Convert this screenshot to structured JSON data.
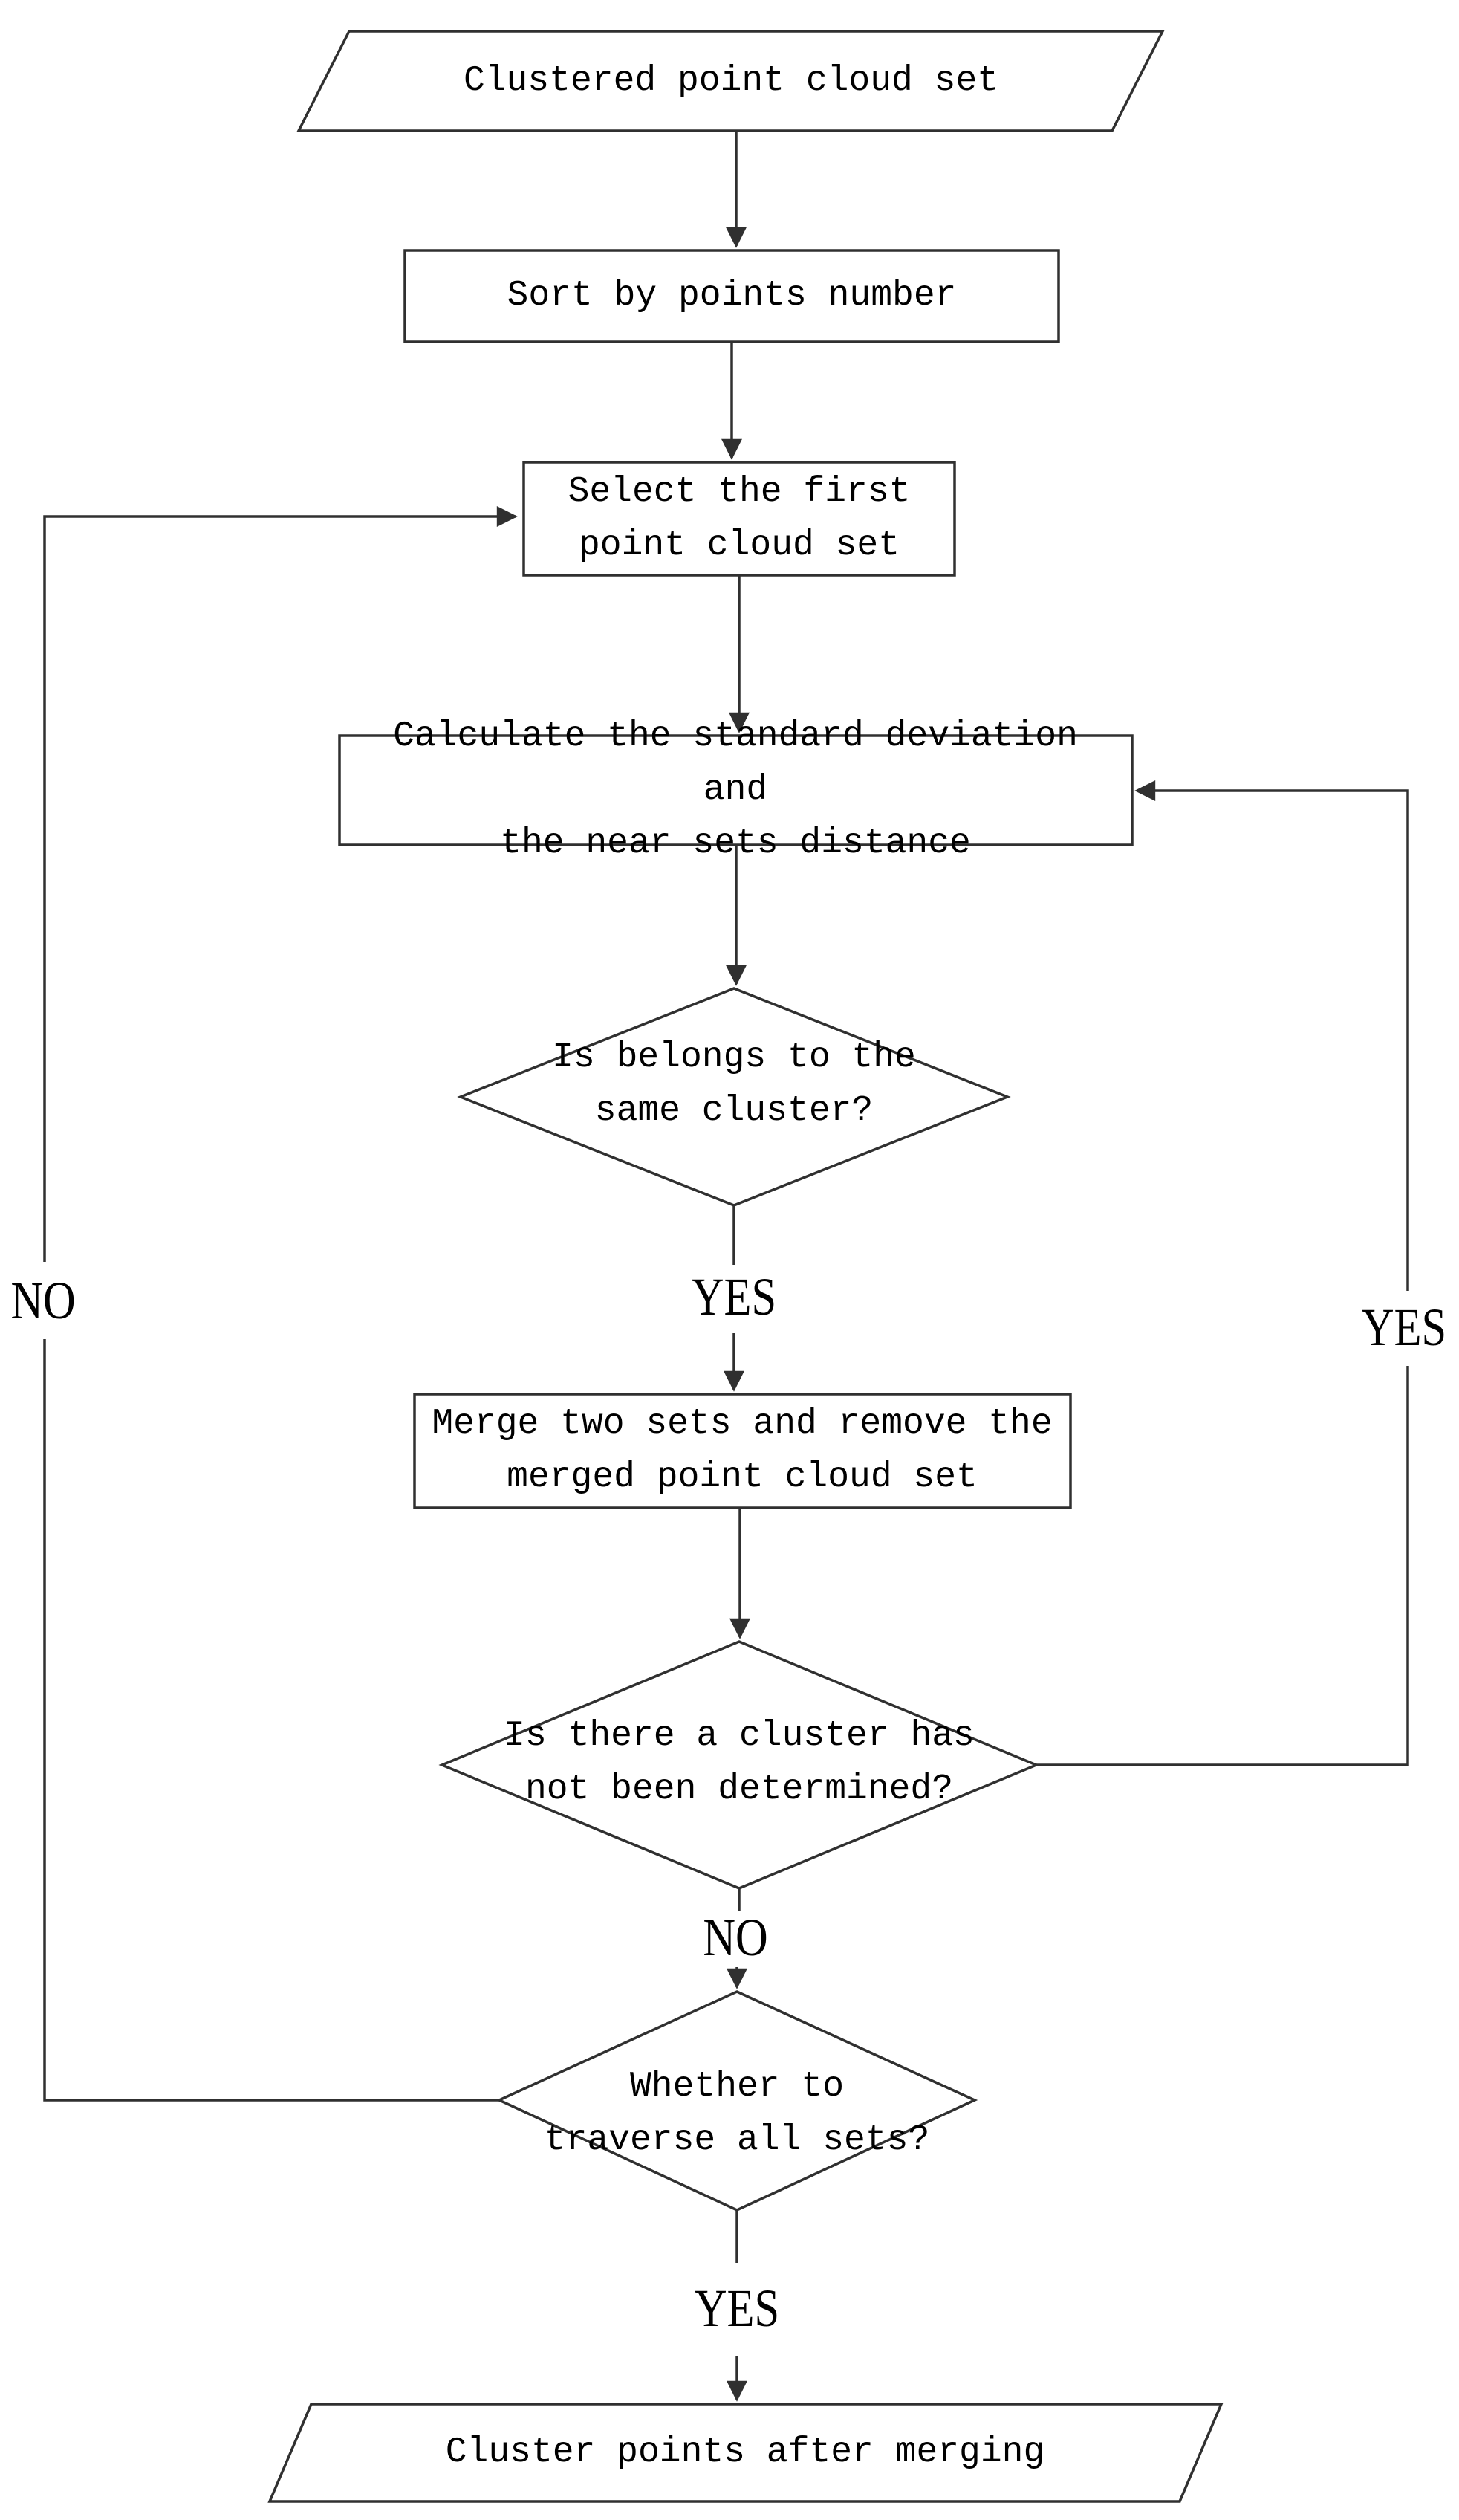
{
  "flowchart": {
    "title": "Point cloud cluster merging flowchart",
    "colors": {
      "line": "#303030",
      "text": "#000000",
      "background": "#ffffff"
    },
    "nodes": {
      "start": {
        "shape": "parallelogram",
        "label": "Clustered point cloud set"
      },
      "sort": {
        "shape": "rectangle",
        "label": "Sort by points number"
      },
      "select": {
        "shape": "rectangle",
        "label": "Select the first\npoint cloud set"
      },
      "calculate": {
        "shape": "rectangle",
        "label": "Calculate the standard deviation and\nthe near sets distance"
      },
      "same_cluster": {
        "shape": "diamond",
        "label": "Is belongs to the\nsame cluster?"
      },
      "merge": {
        "shape": "rectangle",
        "label": "Merge two sets and remove the\nmerged point cloud set"
      },
      "undetermined": {
        "shape": "diamond",
        "label": "Is there a cluster has\nnot been determined?"
      },
      "traverse": {
        "shape": "diamond",
        "label": "Whether to\ntraverse all sets?"
      },
      "end": {
        "shape": "parallelogram",
        "label": "Cluster points after merging"
      }
    },
    "edge_labels": {
      "same_cluster_yes": "YES",
      "undetermined_yes": "YES",
      "undetermined_no": "NO",
      "traverse_yes": "YES",
      "traverse_no": "NO"
    },
    "edges": [
      {
        "from": "start",
        "to": "sort",
        "label": ""
      },
      {
        "from": "sort",
        "to": "select",
        "label": ""
      },
      {
        "from": "select",
        "to": "calculate",
        "label": ""
      },
      {
        "from": "calculate",
        "to": "same_cluster",
        "label": ""
      },
      {
        "from": "same_cluster",
        "to": "merge",
        "label": "YES"
      },
      {
        "from": "merge",
        "to": "undetermined",
        "label": ""
      },
      {
        "from": "undetermined",
        "to": "calculate",
        "label": "YES",
        "route": "right-loop"
      },
      {
        "from": "undetermined",
        "to": "traverse",
        "label": "NO"
      },
      {
        "from": "traverse",
        "to": "select",
        "label": "NO",
        "route": "left-loop"
      },
      {
        "from": "traverse",
        "to": "end",
        "label": "YES"
      }
    ]
  }
}
